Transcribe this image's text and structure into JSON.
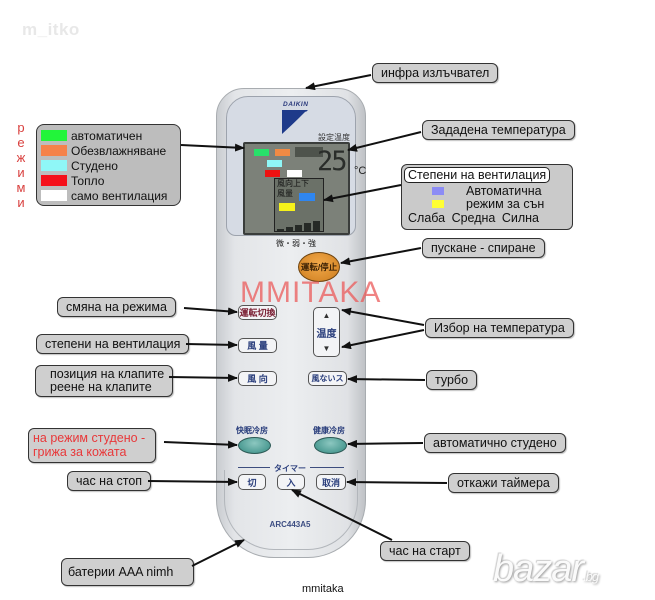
{
  "watermarks": {
    "top_left": "m_itko",
    "overlay": "MMITAKA",
    "footer": "mmitaka",
    "logo_main": "bazar",
    "logo_tld": ".bg"
  },
  "modes_vertical_label": [
    "р",
    "е",
    "ж",
    "и",
    "м",
    "и"
  ],
  "mode_legend": [
    {
      "color": "#22f53a",
      "label": "автоматичен"
    },
    {
      "color": "#f5824a",
      "label": "Обезвлажняване"
    },
    {
      "color": "#8ff7f7",
      "label": "Студено"
    },
    {
      "color": "#f5101a",
      "label": "Топло"
    },
    {
      "color": "#ffffff",
      "label": "само вентилация"
    }
  ],
  "callouts": {
    "ir_emitter": "инфра излъчвател",
    "set_temperature": "Зададена температура",
    "on_off": "пускане - спиране",
    "mode_change": "смяна на режима",
    "fan_speed": "степени на вентилация",
    "flap_position_line1": "позиция на клапите",
    "flap_position_line2": "реене на клапите",
    "temp_select": "Избор на температура",
    "turbo": "турбо",
    "comfort_cool_line1": "на режим студено -",
    "comfort_cool_line2": "грижа за кожата",
    "auto_cool": "автоматично студено",
    "stop_time": "час на стоп",
    "cancel_timer": "откажи таймера",
    "start_time": "час на старт",
    "batteries": "батерии AAA  nimh"
  },
  "fan_legend": {
    "title": "Степени на вентилация",
    "items": [
      {
        "color": "#8c8cf5",
        "label": "Автоматична"
      },
      {
        "color": "#ffff33",
        "label": "режим за сън"
      }
    ],
    "speeds": "Слаба Средна Силна"
  },
  "remote": {
    "brand": "DAIKIN",
    "set_temp_label": "設定温度",
    "lcd_temperature": "25",
    "lcd_unit": "°C",
    "lcd_mode_colors": [
      "#28e06a",
      "#f08a44",
      "#8ff7f7",
      "#ee1111",
      "#ffffff"
    ],
    "lcd_louver_label_line1": "風向上下",
    "lcd_fan_label": "風量",
    "lcd_auto_color": "#2f86f0",
    "lcd_sleep_color": "#f6f21a",
    "speed_scale": "微・弱・強",
    "buttons": {
      "power": "運転/停止",
      "mode": "運転切換",
      "fan": "風 量",
      "swing": "風 向",
      "temp": "温度",
      "temp_up": "▲",
      "temp_down": "▼",
      "turbo": "風ないス",
      "comfort_cool": "快眠冷房",
      "health_cool": "健康冷房",
      "timer_title": "タイマー",
      "timer_off": "切",
      "timer_on": "入",
      "timer_cancel": "取消"
    },
    "model": "ARC443A5"
  }
}
